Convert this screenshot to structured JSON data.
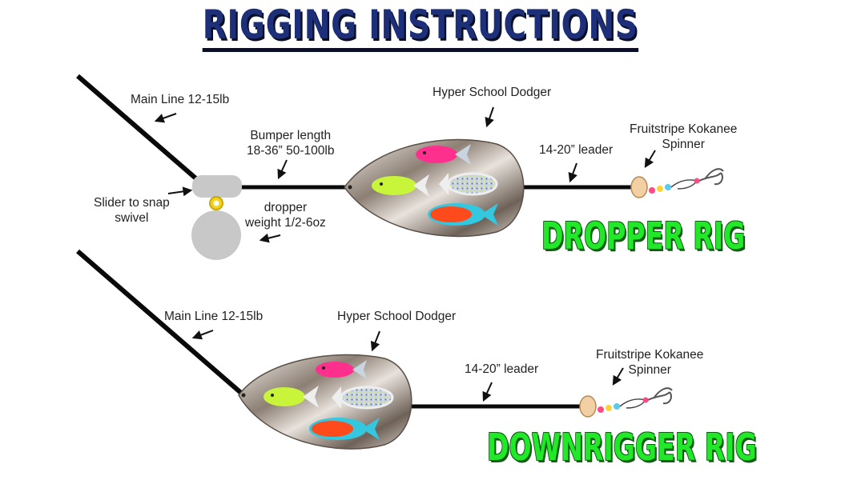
{
  "title": "RIGGING INSTRUCTIONS",
  "colors": {
    "title": "#1c2f78",
    "rig_label": "#22e82a",
    "line": "#0a0a0a",
    "slider": "#c8c8c8",
    "swivel": "#f2d31a",
    "fish_pink": "#ff2f8e",
    "fish_lime": "#c8f53a",
    "fish_glitter": "#c8d4e0",
    "fish_orange": "#ff4a1c",
    "fish_blue": "#34c7e0"
  },
  "dropper": {
    "rig_label": "DROPPER RIG",
    "main_line": "Main Line 12-15lb",
    "bumper_line1": "Bumper length",
    "bumper_line2": "18-36” 50-100lb",
    "slider_line1": "Slider to snap",
    "slider_line2": "swivel",
    "dropper_line1": "dropper",
    "dropper_line2": "weight 1/2-6oz",
    "dodger": "Hyper School Dodger",
    "leader": "14-20” leader",
    "spinner_line1": "Fruitstripe Kokanee",
    "spinner_line2": "Spinner"
  },
  "downrigger": {
    "rig_label": "DOWNRIGGER RIG",
    "main_line": "Main Line 12-15lb",
    "dodger": "Hyper School Dodger",
    "leader": "14-20” leader",
    "spinner_line1": "Fruitstripe Kokanee",
    "spinner_line2": "Spinner"
  }
}
